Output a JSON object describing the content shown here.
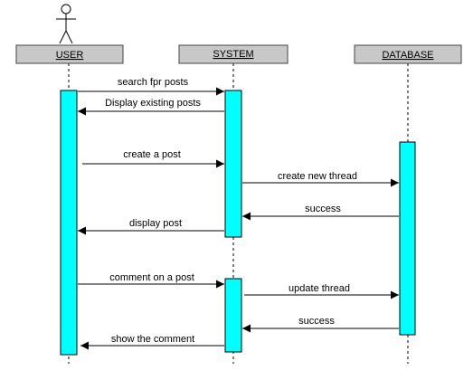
{
  "participants": [
    {
      "id": "user",
      "label": "USER",
      "actor": true
    },
    {
      "id": "system",
      "label": "SYSTEM",
      "actor": false
    },
    {
      "id": "database",
      "label": "DATABASE",
      "actor": false
    }
  ],
  "messages": [
    {
      "label": "search fpr posts",
      "from": "user",
      "to": "system"
    },
    {
      "label": "Display existing posts",
      "from": "system",
      "to": "user"
    },
    {
      "label": "create a post",
      "from": "user",
      "to": "system"
    },
    {
      "label": "create new thread",
      "from": "system",
      "to": "database"
    },
    {
      "label": "success",
      "from": "database",
      "to": "system"
    },
    {
      "label": "display post",
      "from": "system",
      "to": "user"
    },
    {
      "label": "comment on a post",
      "from": "user",
      "to": "system"
    },
    {
      "label": "update thread",
      "from": "system",
      "to": "database"
    },
    {
      "label": "success",
      "from": "database",
      "to": "system"
    },
    {
      "label": "show the comment",
      "from": "system",
      "to": "user"
    }
  ],
  "colors": {
    "activation": "#00ffff",
    "header": "#c8c8c8"
  }
}
